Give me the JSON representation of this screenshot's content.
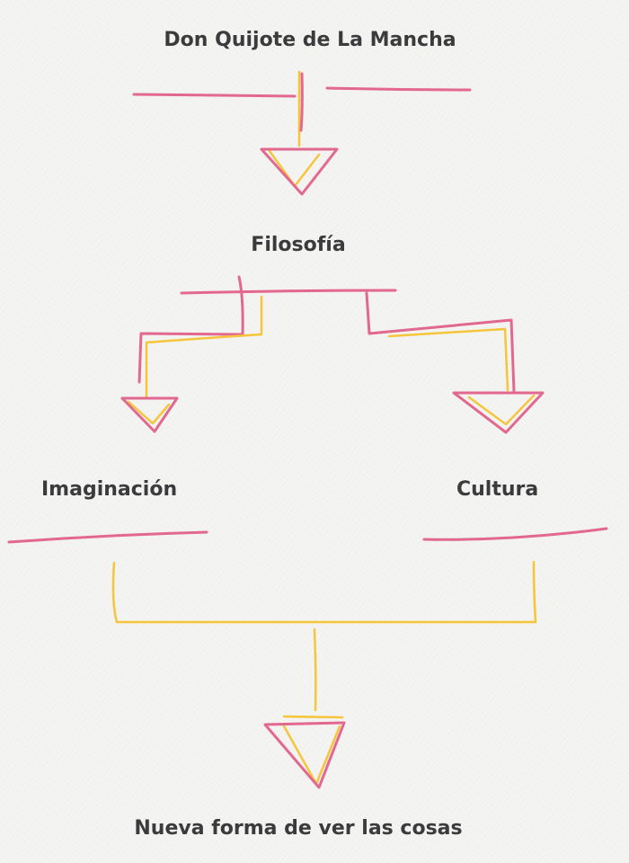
{
  "diagram": {
    "nodes": {
      "title": "Don Quijote de La Mancha",
      "filosofia": "Filosofía",
      "imaginacion": "Imaginación",
      "cultura": "Cultura",
      "nueva_forma": "Nueva forma de ver las cosas"
    },
    "colors": {
      "pink_stroke": "#e2688f",
      "gold_stroke": "#f6c53c",
      "text": "#3b3b3d",
      "paper": "#f4f4f2"
    }
  }
}
